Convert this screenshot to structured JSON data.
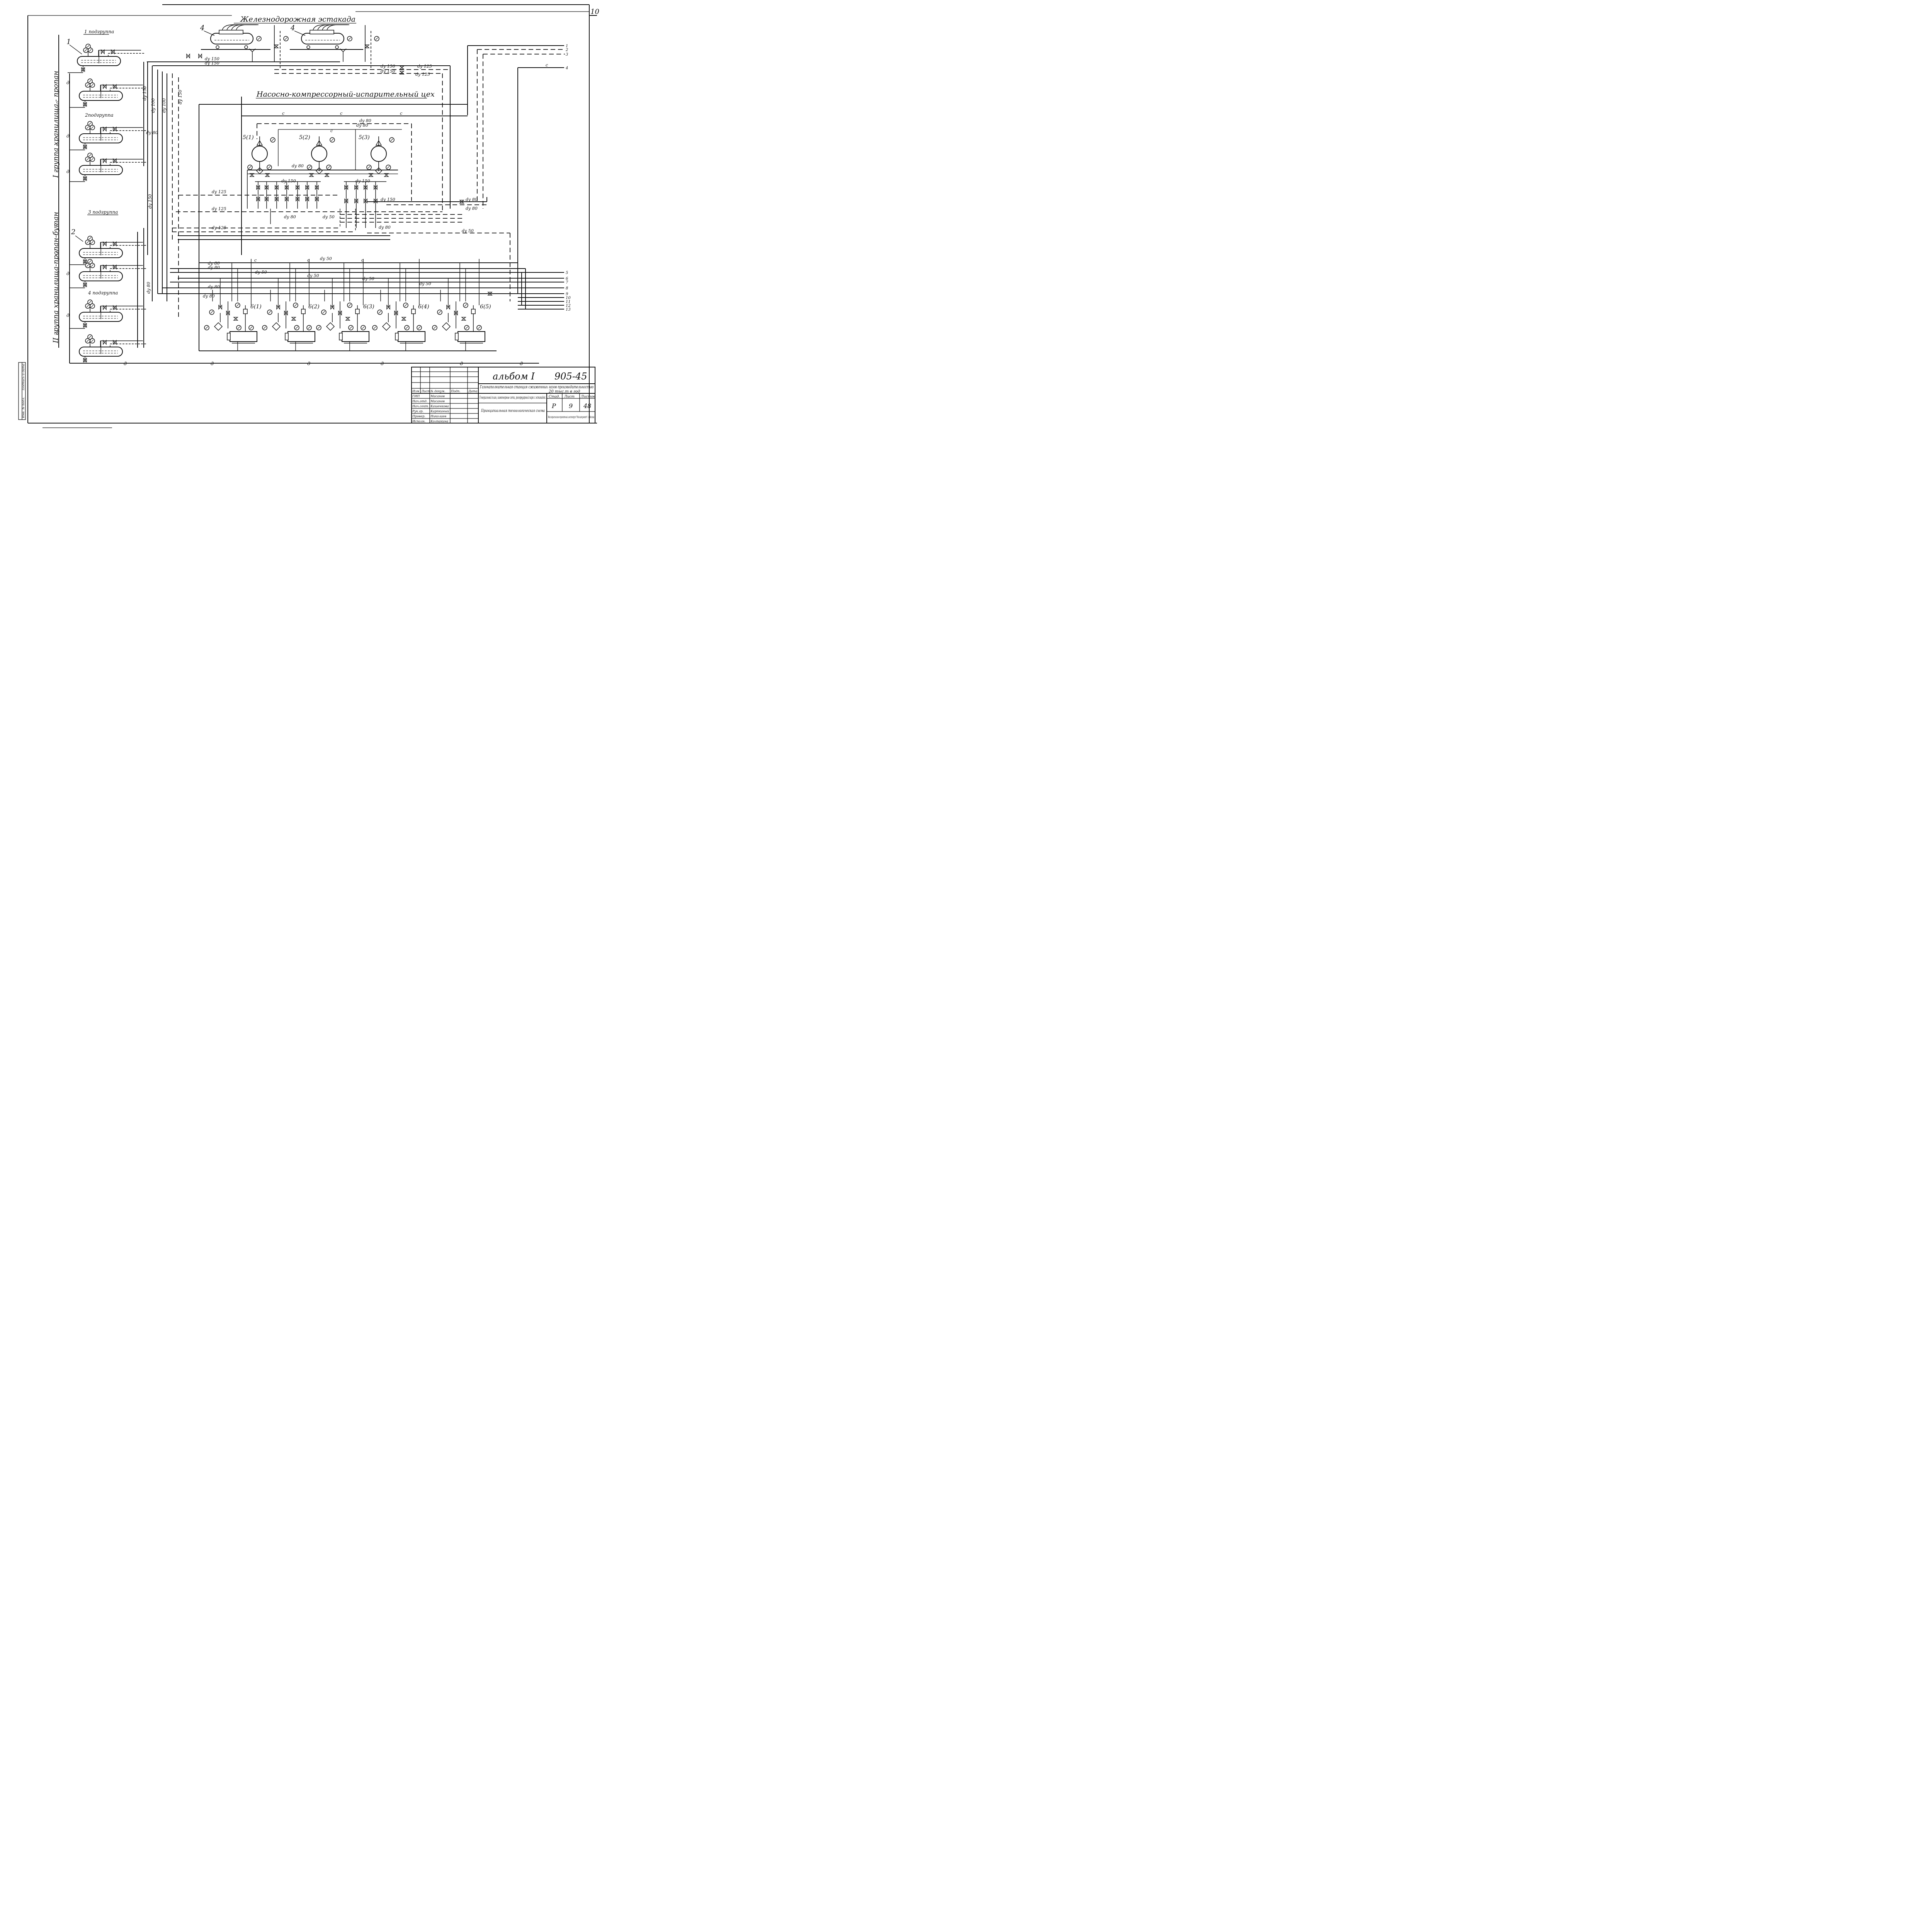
{
  "sheet_number": "10",
  "headings": {
    "rail": "Железнодорожная эстакада",
    "pump_shop": "Насосно-компрессорный-испарительный цех",
    "group1": "I группа хранилища - пропан",
    "group2": "II группа хранилища-пропан-бутан",
    "subgroup1": "1 подгруппа",
    "subgroup2": "2подгруппа",
    "subgroup3": "3 подгруппа",
    "subgroup4": "4 подгруппа"
  },
  "equipment": {
    "tank1": "1",
    "tank2": "2",
    "rail_tank_a": "4",
    "rail_tank_b": "4",
    "compressor1": "5(1)",
    "compressor2": "5(2)",
    "compressor3": "5(3)",
    "pump1": "6(1)",
    "pump2": "6(2)",
    "pump3": "6(3)",
    "pump4": "6(4)",
    "pump5": "6(5)"
  },
  "pipe_labels": {
    "d150a": "dy 150",
    "d150b": "dy 150",
    "d150c": "dy 150",
    "d150d": "dy 150",
    "d150e": "dy 150",
    "d125a": "dy 125",
    "d125b": "dy 125",
    "d125c": "dy 125",
    "d125d": "dy 125",
    "d125e": "dy 125",
    "d100a": "dy 100",
    "d100b": "dy 100",
    "d80a": "dy 80",
    "d80b": "dy 80",
    "d80c": "dy 80",
    "d80d": "dy 80",
    "d80e": "dy 80",
    "d80f": "dy 80",
    "d80g": "dy 80",
    "d80h": "dy 80",
    "d80i": "dy 80",
    "d50a": "dy 50",
    "d50b": "dy 50",
    "d50c": "dy 50",
    "d50d": "dy 50",
    "d50e": "dy 50",
    "d50f": "dy 50",
    "c": "c",
    "d": "д"
  },
  "line_numbers": [
    "1",
    "2",
    "3",
    "4",
    "5",
    "6",
    "7",
    "8",
    "9",
    "10",
    "11",
    "12",
    "13"
  ],
  "margin_stamp": [
    "Подпись и дата",
    "Инв. № подл."
  ],
  "title_block": {
    "album": "альбом I",
    "code": "905-45",
    "project": "Газонаполнительная станция сжиженных газов производительностью",
    "capacity": "20 тыс.т в год",
    "sheet_title": "Генеральный план, инженерные сети, резервуарный парк с эстакадой.",
    "drawing_name": "Принципиальная технологическая схема",
    "stage_label": "Стад.",
    "stage_value": "Р",
    "sheet_label": "Лист",
    "sheet_value": "9",
    "sheets_label": "Листов",
    "sheets_value": "48",
    "org": "Мосгорисполком проектный институт \"Мосгазпроект\" г. Москва",
    "headers": [
      "Изм",
      "Лист",
      "№ докум.",
      "Подп.",
      "Дата"
    ],
    "roles": [
      "ГИП",
      "Нач.отд.",
      "Нач.сект.",
      "Рук.гр.",
      "Провер.",
      "Исполн."
    ],
    "names": [
      "Масанов",
      "Масанов",
      "Кашенкова",
      "Карпкиный",
      "Николаев",
      "Колпакина"
    ]
  }
}
